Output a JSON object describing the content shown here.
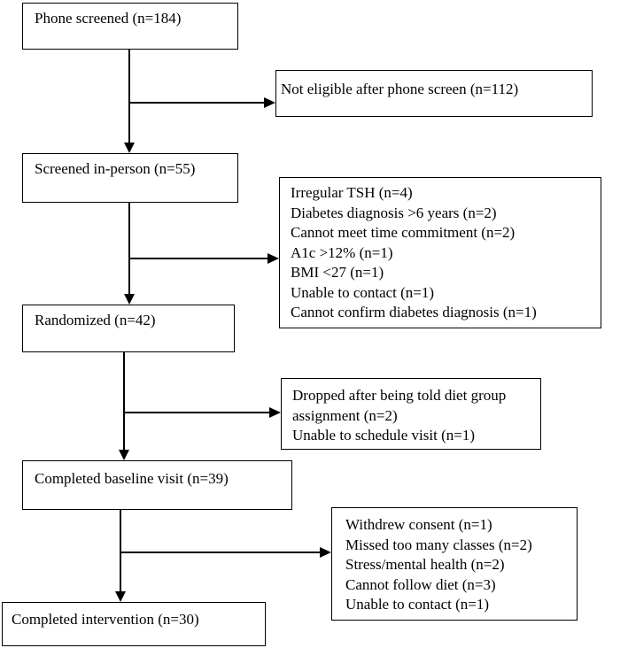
{
  "flowchart": {
    "main_steps": [
      "Phone screened (n=184)",
      "Screened in-person (n=55)",
      "Randomized (n=42)",
      "Completed baseline visit (n=39)",
      "Completed intervention (n=30)"
    ],
    "exclusions": [
      [
        "Not eligible after phone screen (n=112)"
      ],
      [
        "Irregular TSH (n=4)",
        "Diabetes diagnosis >6 years (n=2)",
        "Cannot meet time commitment (n=2)",
        "A1c >12% (n=1)",
        "BMI <27 (n=1)",
        "Unable to contact (n=1)",
        "Cannot confirm diabetes diagnosis (n=1)"
      ],
      [
        "Dropped after being told diet group",
        "assignment (n=2)",
        "Unable to schedule visit (n=1)"
      ],
      [
        "Withdrew consent (n=1)",
        "Missed too many classes (n=2)",
        "Stress/mental health (n=2)",
        "Cannot follow diet (n=3)",
        "Unable to contact (n=1)"
      ]
    ]
  }
}
